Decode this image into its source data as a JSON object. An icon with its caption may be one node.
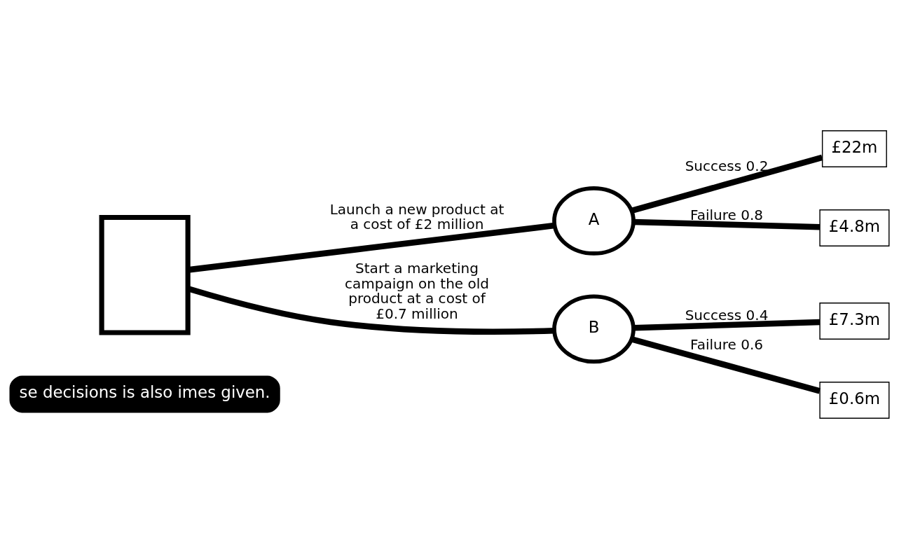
{
  "diagram": {
    "nodes": [
      {
        "text": [
          "se decisions is also imes given."
        ]
      },
      {
        "text": [],
        "shape": "box"
      },
      {
        "text": [
          "A"
        ]
      },
      {
        "text": [
          "B"
        ]
      },
      {
        "text": [
          "£22m"
        ]
      },
      {
        "text": [
          "£4.8m"
        ]
      },
      {
        "text": [
          "£7.3m"
        ]
      },
      {
        "text": [
          "£0.6m"
        ]
      }
    ],
    "edges": [
      {
        "from": 1,
        "to": 2,
        "arrow": "none",
        "label": "Launch a new product at a cost of £2 million"
      },
      {
        "from": 1,
        "to": 3,
        "arrow": "none",
        "label": "Start a marketing campaign on the old product at a cost of £0.7 million"
      },
      {
        "from": 2,
        "to": 4,
        "arrow": "none",
        "label": "Success 0.2"
      },
      {
        "from": 2,
        "to": 5,
        "arrow": "none",
        "label": "Failure 0.8"
      },
      {
        "from": 3,
        "to": 6,
        "arrow": "none",
        "label": "Success 0.4"
      },
      {
        "from": 3,
        "to": 7,
        "arrow": "none",
        "label": "Failure 0.6"
      }
    ]
  }
}
